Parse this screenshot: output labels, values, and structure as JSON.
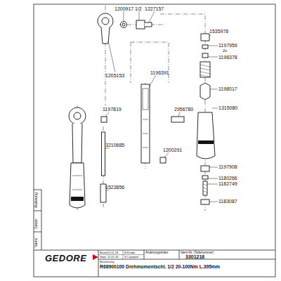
{
  "diagram": {
    "labels": [
      "1200917",
      "1/2",
      "1227157",
      "1535978",
      "1197959",
      "2x",
      "1198378",
      "1205153",
      "1196391",
      "1198017",
      "1197819",
      "2956780",
      "1315080",
      "3210685",
      "1200291",
      "1197908",
      "1180266",
      "1182749",
      "1183087",
      "1523856",
      "GEDORE",
      "Bearb.",
      "11.01.18",
      "B.Knabe",
      "Gepr.",
      "11.01.18",
      "S.Czympiel",
      "Änderungsindex",
      "Ident-Nr. (Teilenummer)",
      "3301216",
      "Benennung",
      "R68900100 Drehmomentschl. 1/2 20-100Nm L.395mm",
      "Änderung",
      "Datum",
      "Name"
    ]
  }
}
